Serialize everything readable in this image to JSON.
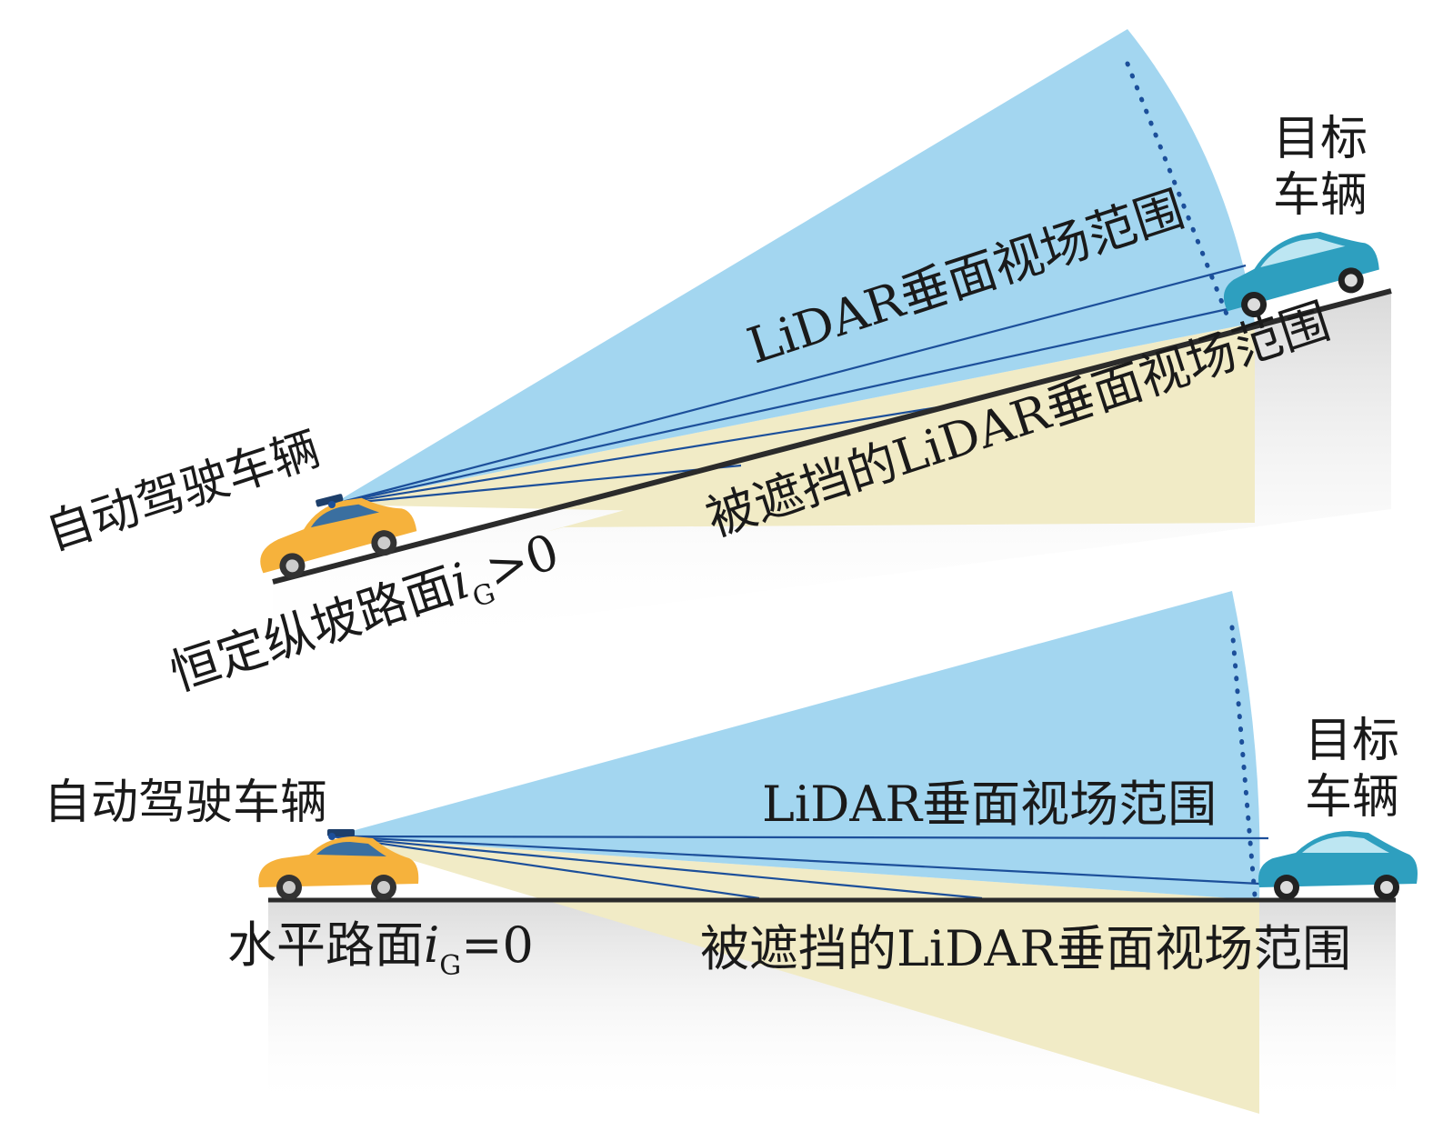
{
  "colors": {
    "fov_blue": "#a3d6f0",
    "occluded_yellow": "#f1ebc6",
    "ray_line": "#1c4f9a",
    "road": "#2b2b2b",
    "ego_car": "#f6b23c",
    "target_car": "#2e9fbf"
  },
  "top_panel": {
    "ego_vehicle_label": "自动驾驶车辆",
    "target_vehicle_label_line1": "目标",
    "target_vehicle_label_line2": "车辆",
    "fov_label": "LiDAR垂面视场范围",
    "occluded_label": "被遮挡的LiDAR垂面视场范围",
    "road_label_main": "恒定纵坡路面",
    "road_label_var": "i",
    "road_label_sub": "G",
    "road_label_tail": ">0"
  },
  "bottom_panel": {
    "ego_vehicle_label": "自动驾驶车辆",
    "target_vehicle_label_line1": "目标",
    "target_vehicle_label_line2": "车辆",
    "fov_label": "LiDAR垂面视场范围",
    "occluded_label": "被遮挡的LiDAR垂面视场范围",
    "road_label_main": "水平路面",
    "road_label_var": "i",
    "road_label_sub": "G",
    "road_label_tail": "=0"
  }
}
